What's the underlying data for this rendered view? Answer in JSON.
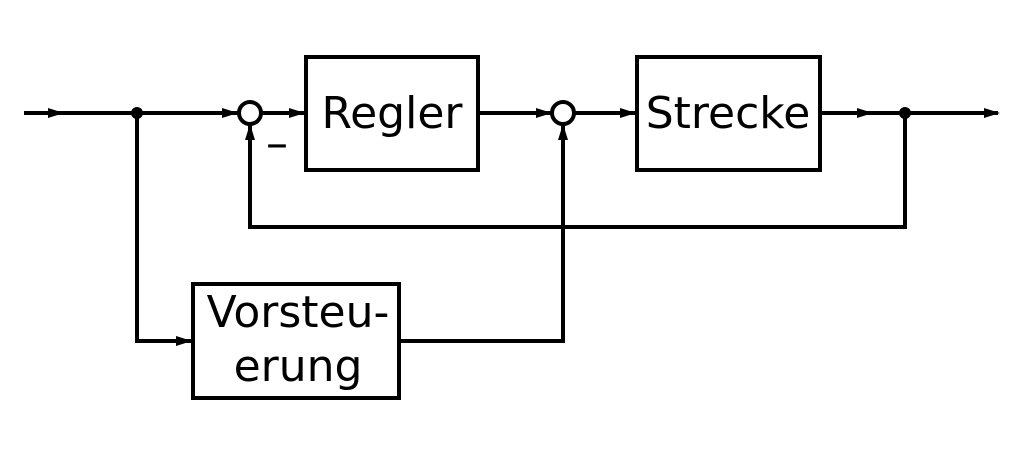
{
  "blocks": {
    "regler": "Regler",
    "strecke": "Strecke",
    "vorsteuerung_line1": "Vorsteu-",
    "vorsteuerung_line2": "erung"
  },
  "signs": {
    "feedback_minus": "–"
  }
}
